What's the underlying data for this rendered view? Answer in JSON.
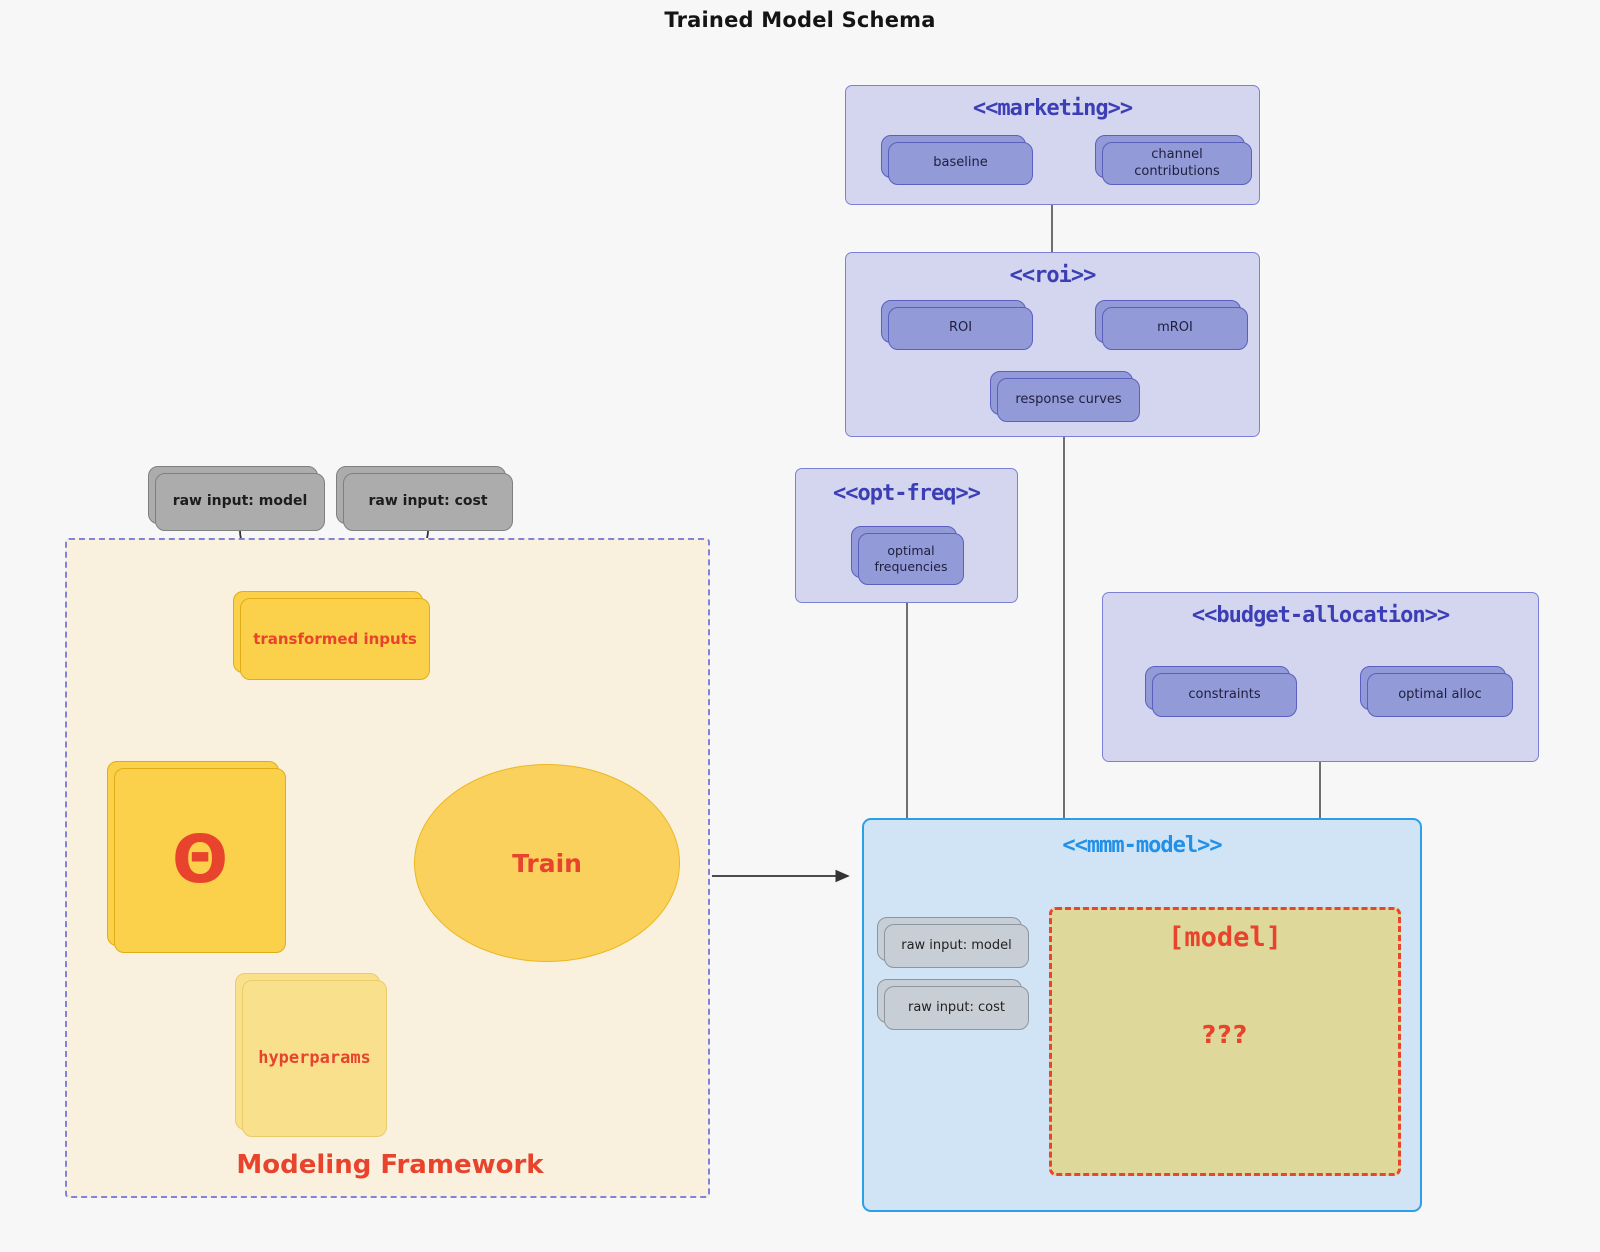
{
  "title": "Trained Model Schema",
  "clusters": {
    "marketing": {
      "title": "<<marketing>>",
      "nodes": {
        "baseline": "baseline",
        "channel_contributions": "channel contributions"
      }
    },
    "roi": {
      "title": "<<roi>>",
      "nodes": {
        "roi": "ROI",
        "mroi": "mROI",
        "response_curves": "response curves"
      }
    },
    "opt_freq": {
      "title": "<<opt-freq>>",
      "nodes": {
        "optimal_frequencies": "optimal frequencies"
      }
    },
    "budget_allocation": {
      "title": "<<budget-allocation>>",
      "nodes": {
        "constraints": "constraints",
        "optimal_alloc": "optimal alloc"
      }
    },
    "mmm_model": {
      "title": "<<mmm-model>>",
      "nodes": {
        "raw_input_model": "raw input: model",
        "raw_input_cost": "raw input: cost",
        "model_placeholder": "[model]",
        "unknown": "???"
      }
    },
    "modeling_framework": {
      "label": "Modeling Framework",
      "nodes": {
        "transformed_inputs": "transformed inputs",
        "theta": "Θ",
        "train": "Train",
        "hyperparams": "hyperparams"
      }
    }
  },
  "external_inputs": {
    "raw_input_model": "raw input: model",
    "raw_input_cost": "raw input: cost"
  },
  "colors": {
    "page_bg": "#f7f7f8",
    "purple_cluster_bg": "#d4d6f0",
    "purple_cluster_border": "#7c80d4",
    "purple_node_fill": "#929ad8",
    "purple_node_border": "#5a5fc0",
    "purple_title_text": "#3b3eb5",
    "mmm_bg": "#d0e4f6",
    "mmm_border": "#2d9fe8",
    "mmm_title_text": "#2090e8",
    "framework_bg": "#f9f1de",
    "framework_border": "#8084d8",
    "gold_fill": "#fbd04a",
    "gold_border": "#e2ad14",
    "light_yellow_fill": "#f9e08d",
    "khaki_fill": "#ded89b",
    "red_accent": "#e8432c",
    "gray_node_fill": "#acacac",
    "grayblue_node_fill": "#c8ced6",
    "connector_gray": "#4d4d4d"
  }
}
